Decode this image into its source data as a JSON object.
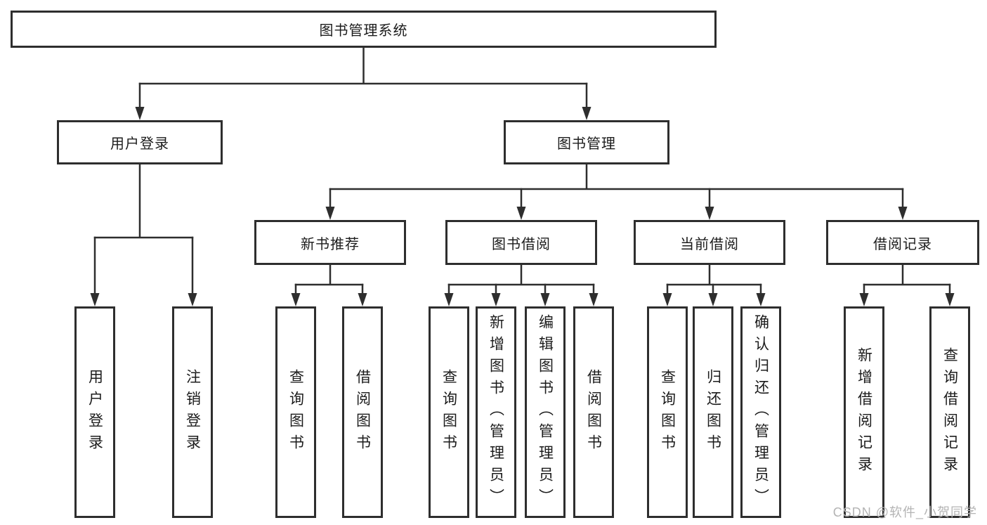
{
  "diagram": {
    "tree": {
      "label": "图书管理系统",
      "children": [
        {
          "label": "用户登录",
          "children": [
            {
              "label": "用户登录"
            },
            {
              "label": "注销登录"
            }
          ]
        },
        {
          "label": "图书管理",
          "children": [
            {
              "label": "新书推荐",
              "children": [
                {
                  "label": "查询图书"
                },
                {
                  "label": "借阅图书"
                }
              ]
            },
            {
              "label": "图书借阅",
              "children": [
                {
                  "label": "查询图书"
                },
                {
                  "label": "新增图书（管理员）"
                },
                {
                  "label": "编辑图书（管理员）"
                },
                {
                  "label": "借阅图书"
                }
              ]
            },
            {
              "label": "当前借阅",
              "children": [
                {
                  "label": "查询图书"
                },
                {
                  "label": "归还图书"
                },
                {
                  "label": "确认归还（管理员）"
                }
              ]
            },
            {
              "label": "借阅记录",
              "children": [
                {
                  "label": "新增借阅记录"
                },
                {
                  "label": "查询借阅记录"
                }
              ]
            }
          ]
        }
      ]
    },
    "colors": {
      "line": "#2e2e2e",
      "box_border": "#2e2e2e",
      "box_fill": "#ffffff",
      "text": "#1c1c1c",
      "watermark": "#b4b4b4"
    }
  },
  "watermark": {
    "text": "CSDN @软件_小贺同学"
  }
}
